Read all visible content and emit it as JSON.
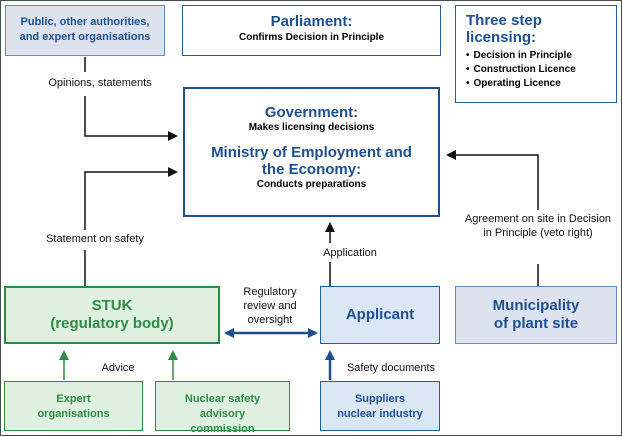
{
  "authorities": {
    "text": "Public, other authorities, and expert organisations"
  },
  "parliament": {
    "title": "Parliament:",
    "subtitle": "Confirms Decision in Principle"
  },
  "three_step": {
    "title": "Three step licensing:",
    "items": [
      "Decision in Principle",
      "Construction Licence",
      "Operating Licence"
    ]
  },
  "government": {
    "title": "Government:",
    "subtitle": "Makes licensing decisions",
    "ministry_title": "Ministry of Employment and the Economy:",
    "ministry_subtitle": "Conducts preparations"
  },
  "stuk": {
    "line1": "STUK",
    "line2": "(regulatory body)"
  },
  "applicant": {
    "text": "Applicant"
  },
  "municipality": {
    "line1": "Municipality",
    "line2": "of plant site"
  },
  "expert": {
    "text": "Expert organisations"
  },
  "nuclear_commission": {
    "text": "Nuclear safety advisory commission"
  },
  "suppliers": {
    "line1": "Suppliers",
    "line2": "nuclear industry"
  },
  "labels": {
    "opinions": "Opinions, statements",
    "statement_safety": "Statement on safety",
    "application": "Application",
    "regulatory": "Regulatory review and oversight",
    "agreement": "Agreement on site in Decision in Principle (veto right)",
    "advice": "Advice",
    "safety_documents": "Safety documents"
  },
  "colors": {
    "navy": "#1f4f8f",
    "green": "#2e8b46",
    "arrow": "#111111"
  }
}
